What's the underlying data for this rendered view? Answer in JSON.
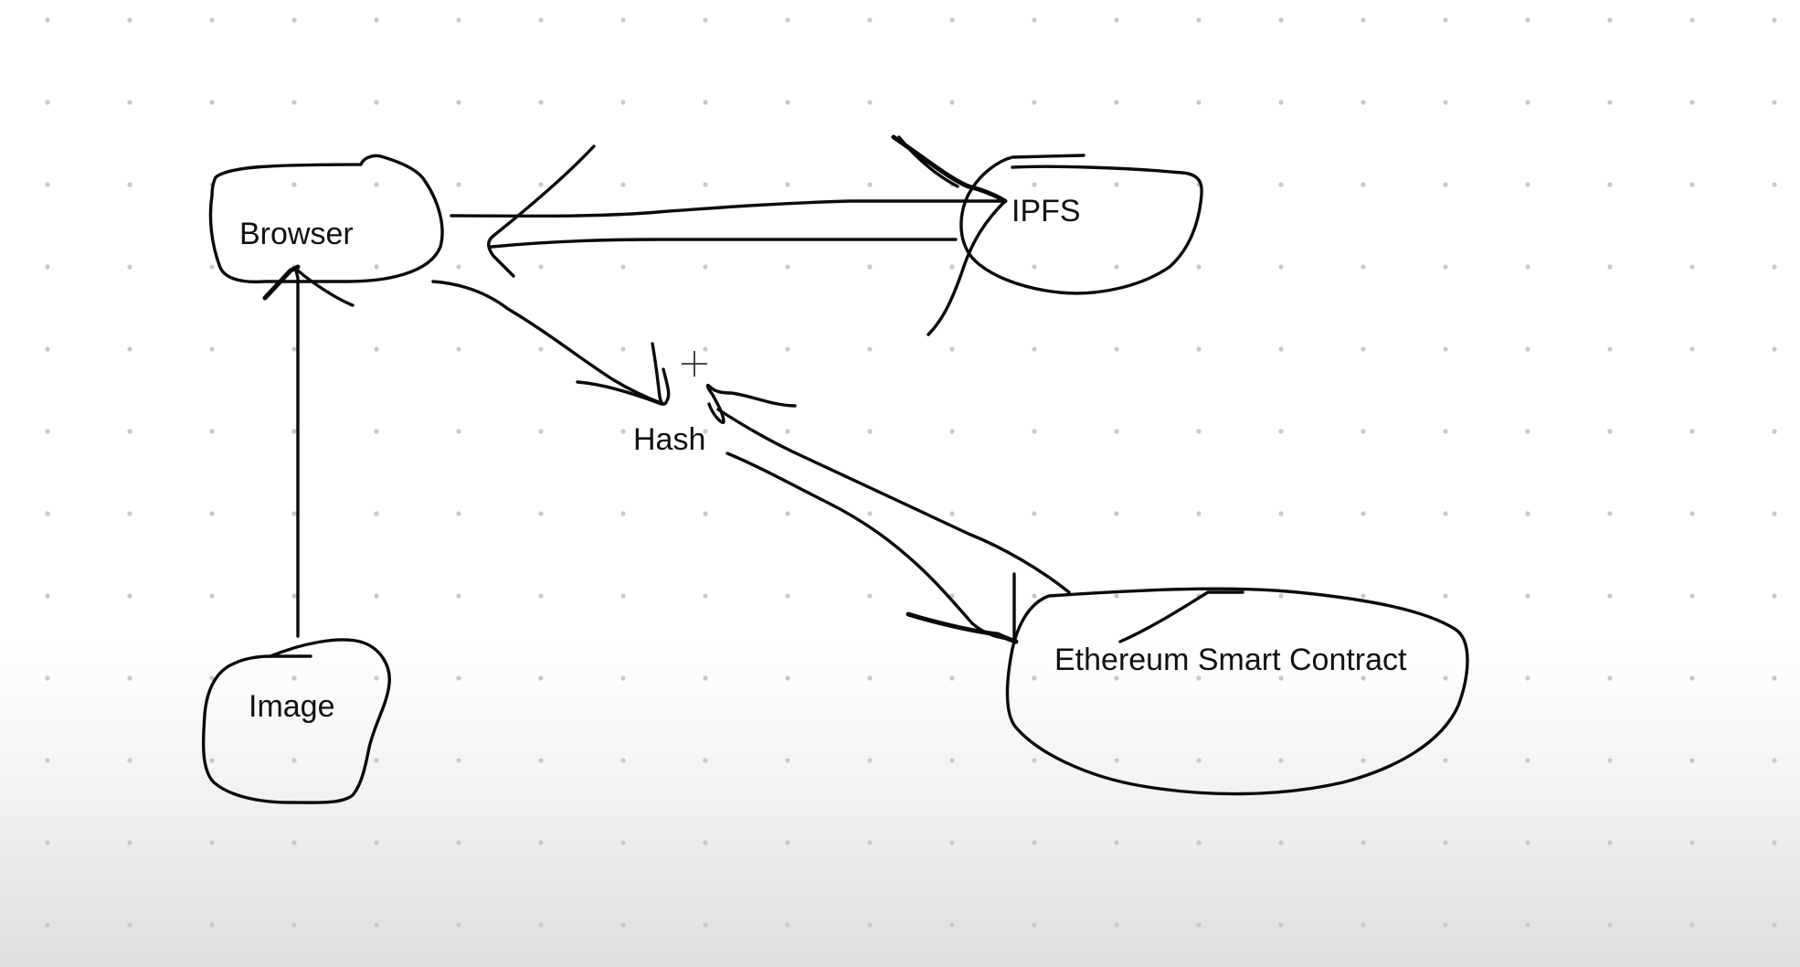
{
  "diagram": {
    "nodes": {
      "browser": {
        "label": "Browser"
      },
      "ipfs": {
        "label": "IPFS"
      },
      "hash": {
        "label": "Hash"
      },
      "image": {
        "label": "Image"
      },
      "ethereum": {
        "label": "Ethereum Smart Contract"
      }
    },
    "edges": [
      {
        "from": "Image",
        "to": "Browser"
      },
      {
        "from": "Browser",
        "to": "IPFS"
      },
      {
        "from": "IPFS",
        "to": "Browser"
      },
      {
        "from": "Browser",
        "to": "Hash"
      },
      {
        "from": "Hash",
        "to": "Ethereum Smart Contract"
      },
      {
        "from": "Ethereum Smart Contract",
        "to": "Hash"
      }
    ],
    "colors": {
      "ink": "#0a0a0a",
      "background": "#ffffff",
      "grid_dot": "#c8c8c8"
    }
  }
}
